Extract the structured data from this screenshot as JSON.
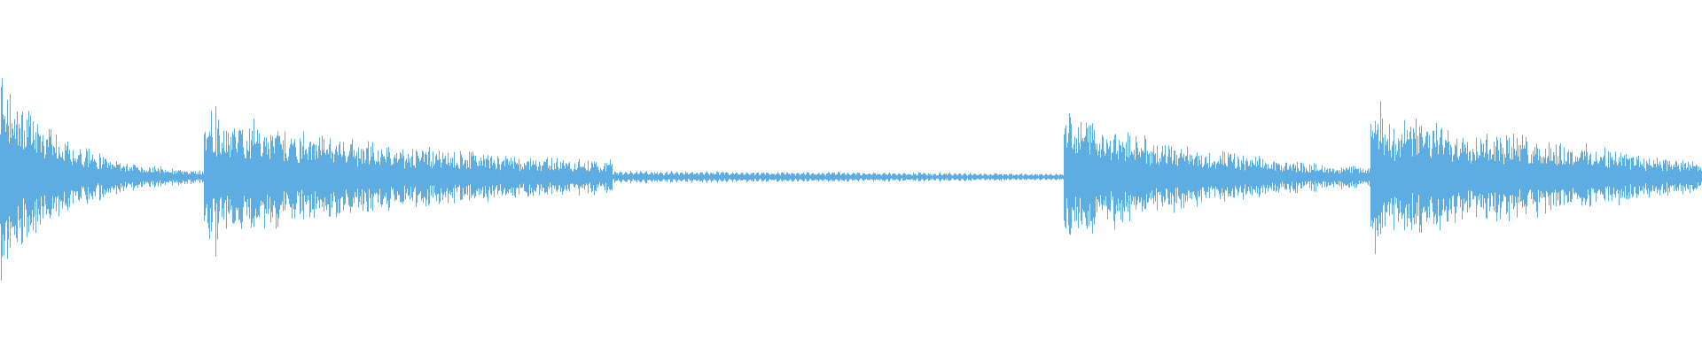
{
  "waveform": {
    "color": "#5dade2",
    "segments": [
      {
        "start": 0.0,
        "end": 0.12,
        "peak": 0.93,
        "decay": "fast",
        "tail_level": 0.02,
        "burst": true
      },
      {
        "start": 0.12,
        "end": 0.36,
        "peak": 0.55,
        "decay": "medium",
        "tail_level": 0.08,
        "burst": true
      },
      {
        "start": 0.36,
        "end": 0.625,
        "peak": 0.05,
        "decay": "flat",
        "tail_level": 0.03,
        "burst": false
      },
      {
        "start": 0.625,
        "end": 0.805,
        "peak": 0.62,
        "decay": "medium",
        "tail_level": 0.01,
        "burst": true
      },
      {
        "start": 0.805,
        "end": 1.0,
        "peak": 0.55,
        "decay": "slow",
        "tail_level": 0.05,
        "burst": true
      }
    ]
  }
}
